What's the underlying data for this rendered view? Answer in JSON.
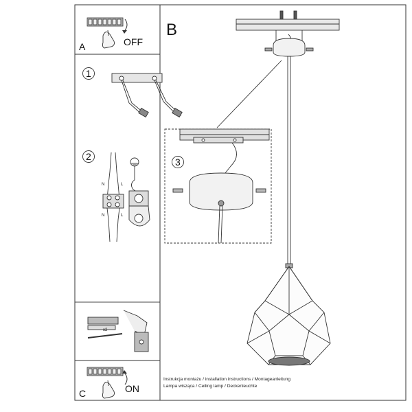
{
  "panels": {
    "a": {
      "letter": "A",
      "switch_label": "OFF"
    },
    "b": {
      "letter": "B"
    },
    "c": {
      "letter": "C",
      "switch_label": "ON"
    }
  },
  "steps": {
    "step1": "1",
    "step2": "2",
    "step3": "3"
  },
  "terminal_labels": {
    "n_top": "N",
    "l_top": "L",
    "n_bottom": "N",
    "l_bottom": "L"
  },
  "mounting": {
    "quantity": "x2"
  },
  "footer": {
    "line1": "Instrukcja montażu / installation instructions / Montageanleitung",
    "line2": "Lampa wisząca / Ceiling lamp / Deckenleuchte"
  }
}
